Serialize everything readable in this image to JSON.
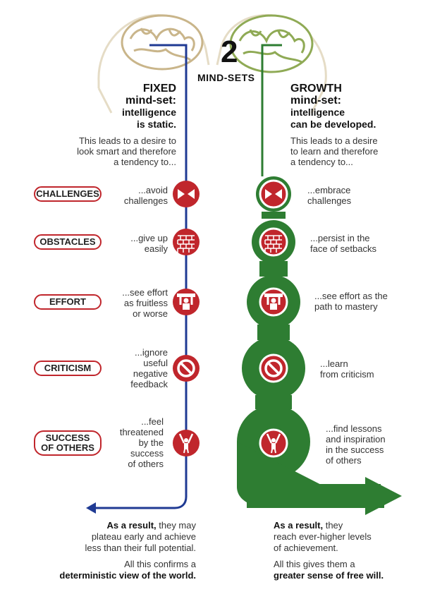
{
  "title": {
    "number": "2",
    "label": "MIND-SETS"
  },
  "fixed": {
    "heading": [
      "FIXED",
      "mind-set:",
      "intelligence",
      "is static."
    ],
    "intro": [
      "This leads to a desire to",
      "look smart and therefore",
      "a tendency to..."
    ],
    "responses": [
      [
        "...avoid",
        "challenges"
      ],
      [
        "...give up",
        "easily"
      ],
      [
        "...see effort",
        "as fruitless",
        "or worse"
      ],
      [
        "...ignore",
        "useful",
        "negative",
        "feedback"
      ],
      [
        "...feel",
        "threatened",
        "by the",
        "success",
        "of others"
      ]
    ],
    "result_bold": "As a result,",
    "result_rest": [
      " they may",
      "plateau early and achieve",
      "less than their full potential."
    ],
    "confirm": [
      "All this confirms a"
    ],
    "confirm_bold": "deterministic view of the world."
  },
  "growth": {
    "heading": [
      "GROWTH",
      "mind-set:",
      "intelligence",
      "can be developed."
    ],
    "intro": [
      "This leads to a desire",
      "to learn and therefore",
      "a tendency to..."
    ],
    "responses": [
      [
        "...embrace",
        "challenges"
      ],
      [
        "...persist in the",
        "face of setbacks"
      ],
      [
        "...see effort as the",
        "path to mastery"
      ],
      [
        "...learn",
        "from criticism"
      ],
      [
        "...find lessons",
        "and inspiration",
        "in the success",
        "of others"
      ]
    ],
    "result_bold": "As a result,",
    "result_rest": [
      " they",
      "reach ever-higher levels",
      "of achievement."
    ],
    "confirm": [
      "All this gives them a"
    ],
    "confirm_bold": "greater sense of free will."
  },
  "labels": [
    "CHALLENGES",
    "OBSTACLES",
    "EFFORT",
    "CRITICISM",
    "SUCCESS\nOF OTHERS"
  ],
  "colors": {
    "fixed": "#1f3a93",
    "growth": "#2e7d32",
    "icon": "#c0262c",
    "brain_fixed": "#c9b58a",
    "brain_growth": "#8faa55"
  },
  "icons": [
    "arrows-collide-icon",
    "brick-wall-icon",
    "weightlifter-icon",
    "prohibition-icon",
    "cheering-person-icon"
  ]
}
